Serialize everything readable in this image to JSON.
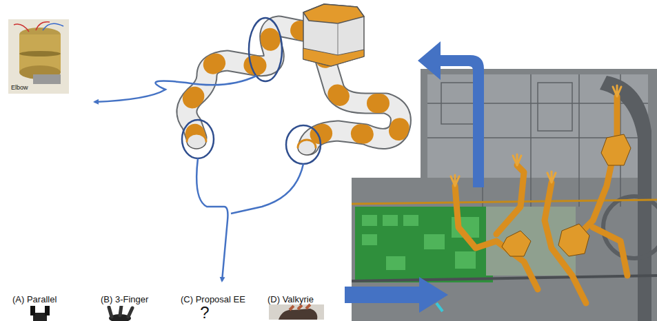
{
  "diagram": {
    "nodes": [
      {
        "text": [
          "Elbow"
        ]
      },
      {
        "text": [
          "(A) Parallel"
        ]
      },
      {
        "text": [
          "(B) 3-Finger"
        ]
      },
      {
        "text": [
          "(C) Proposal EE",
          "?"
        ]
      },
      {
        "text": [
          "(D) Valkyrie"
        ]
      }
    ]
  }
}
